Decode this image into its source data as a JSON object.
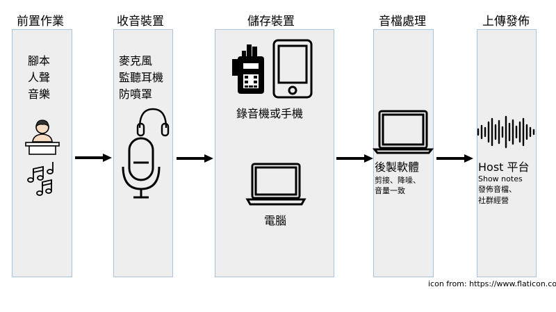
{
  "columns": [
    {
      "title": "前置作業",
      "items": [
        "腳本",
        "人聲",
        "音樂"
      ]
    },
    {
      "title": "收音裝置",
      "items": [
        "麥克風",
        "監聽耳機",
        "防噴罩"
      ]
    },
    {
      "title": "儲存裝置",
      "recorder_label": "錄音機或手機",
      "computer_label": "電腦"
    },
    {
      "title": "音檔處理",
      "main_label": "後製軟體",
      "details": [
        "剪接、降噪、",
        "音量一致"
      ]
    },
    {
      "title": "上傳發佈",
      "main_label": "Host 平台",
      "details": [
        "Show notes",
        "發佈音檔、",
        "社群經營"
      ]
    }
  ],
  "credit": "icon from: https://www.flaticon.com",
  "icons": [
    "person-at-desk-icon",
    "music-notes-icon",
    "headphones-icon",
    "microphone-icon",
    "walkie-talkie-icon",
    "smartphone-icon",
    "laptop-icon",
    "sound-wave-icon",
    "arrow-right-icon"
  ],
  "colors": {
    "panel_fill": "#eeeeee",
    "panel_border": "#a9c1d9"
  }
}
